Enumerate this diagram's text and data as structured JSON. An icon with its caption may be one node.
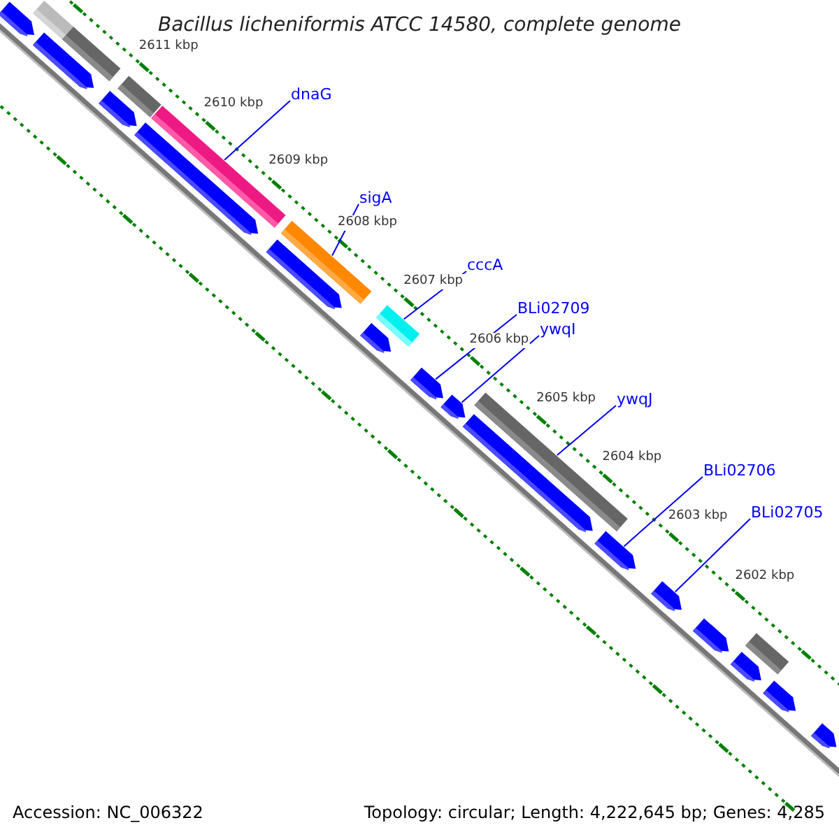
{
  "diagram": {
    "title": "Bacillus licheniformis ATCC 14580, complete genome",
    "nodes": [
      {
        "text": [
          "dnaG"
        ]
      },
      {
        "text": [
          "sigA"
        ]
      },
      {
        "text": [
          "cccA"
        ]
      },
      {
        "text": [
          "BLi02709"
        ]
      },
      {
        "text": [
          "ywqI"
        ]
      },
      {
        "text": [
          "ywqJ"
        ]
      },
      {
        "text": [
          "BLi02706"
        ]
      },
      {
        "text": [
          "BLi02705"
        ]
      },
      {
        "text": [],
        "shape": "arrow"
      },
      {
        "text": [],
        "shape": "bar"
      },
      {
        "text": [],
        "shape": "arrow"
      },
      {
        "text": [],
        "shape": "bar"
      },
      {
        "text": [],
        "shape": "arrow"
      },
      {
        "text": [],
        "shape": "bar"
      },
      {
        "text": [],
        "shape": "arrow"
      },
      {
        "text": [],
        "shape": "bar"
      },
      {
        "text": [],
        "shape": "bar"
      },
      {
        "text": [],
        "shape": "arrow"
      },
      {
        "text": [],
        "shape": "arrow"
      },
      {
        "text": [],
        "shape": "bar"
      },
      {
        "text": [],
        "shape": "arrow"
      },
      {
        "text": [],
        "shape": "arrow"
      },
      {
        "text": [],
        "shape": "bar"
      },
      {
        "text": [],
        "shape": "arrow"
      },
      {
        "text": [],
        "shape": "arrow"
      },
      {
        "text": [],
        "shape": "arrow"
      },
      {
        "text": [],
        "shape": "arrow"
      },
      {
        "text": [],
        "shape": "bar"
      },
      {
        "text": [],
        "shape": "arrow"
      },
      {
        "text": [],
        "shape": "arrow"
      },
      {
        "text": [],
        "shape": "arrow"
      }
    ],
    "edges": [
      {
        "from": 0,
        "to": 15,
        "arrow": "none"
      },
      {
        "from": 1,
        "to": 16,
        "arrow": "none"
      },
      {
        "from": 2,
        "to": 19,
        "arrow": "none"
      },
      {
        "from": 3,
        "to": 20,
        "arrow": "none"
      },
      {
        "from": 4,
        "to": 21,
        "arrow": "none"
      },
      {
        "from": 5,
        "to": 22,
        "arrow": "none"
      },
      {
        "from": 6,
        "to": 24,
        "arrow": "none"
      },
      {
        "from": 7,
        "to": 25,
        "arrow": "none"
      }
    ],
    "labels": [
      "2611 kbp",
      "2610 kbp",
      "2609 kbp",
      "2608 kbp",
      "2607 kbp",
      "2606 kbp",
      "2605 kbp",
      "2604 kbp",
      "2603 kbp",
      "2602 kbp",
      "Accession: NC_006322",
      "Topology: circular; Length: 4,222,645 bp; Genes: 4,285"
    ]
  }
}
